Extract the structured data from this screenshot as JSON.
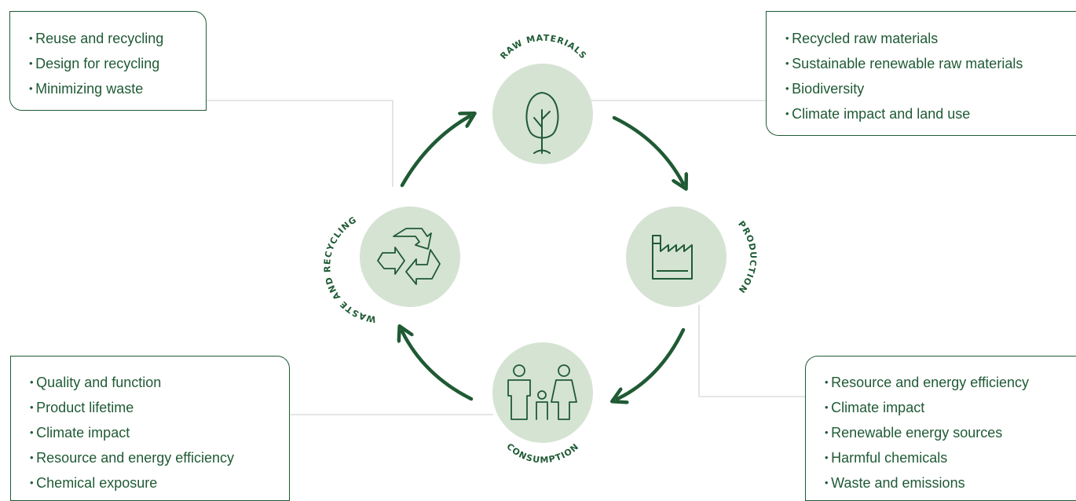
{
  "stages": {
    "raw_materials": "RAW MATERIALS",
    "production": "PRODUCTION",
    "consumption": "CONSUMPTION",
    "waste_and_recycling": "WASTE AND RECYCLING"
  },
  "boxes": {
    "waste": [
      "Reuse and recycling",
      "Design for recycling",
      "Minimizing waste"
    ],
    "raw": [
      "Recycled raw materials",
      "Sustainable renewable raw materials",
      "Biodiversity",
      "Climate impact and land use"
    ],
    "consumption": [
      "Quality and function",
      "Product lifetime",
      "Climate impact",
      "Resource and energy efficiency",
      "Chemical exposure"
    ],
    "production": [
      "Resource and energy efficiency",
      "Climate impact",
      "Renewable energy sources",
      "Harmful chemicals",
      "Waste and emissions"
    ]
  },
  "colors": {
    "accent": "#1f5a34",
    "circle_fill": "#d5e3d3",
    "connector": "#d6d6d6"
  },
  "icons": {
    "raw_materials": "tree-icon",
    "production": "factory-icon",
    "consumption": "family-icon",
    "waste_and_recycling": "recycle-icon"
  }
}
